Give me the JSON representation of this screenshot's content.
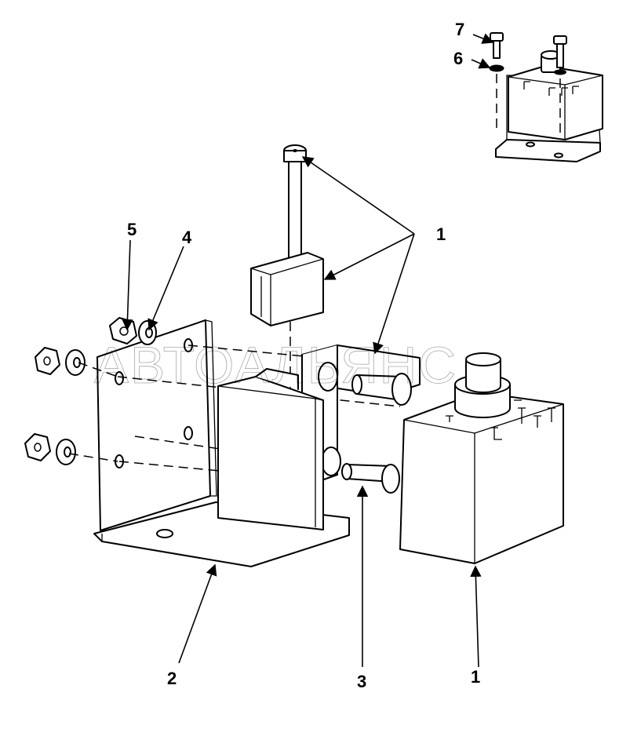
{
  "watermark": "АВТОАЛЬЯНС",
  "callouts": {
    "c1_top": "1",
    "c1_bottom": "1",
    "c2": "2",
    "c3": "3",
    "c4": "4",
    "c5": "5",
    "c6": "6",
    "c7": "7"
  }
}
